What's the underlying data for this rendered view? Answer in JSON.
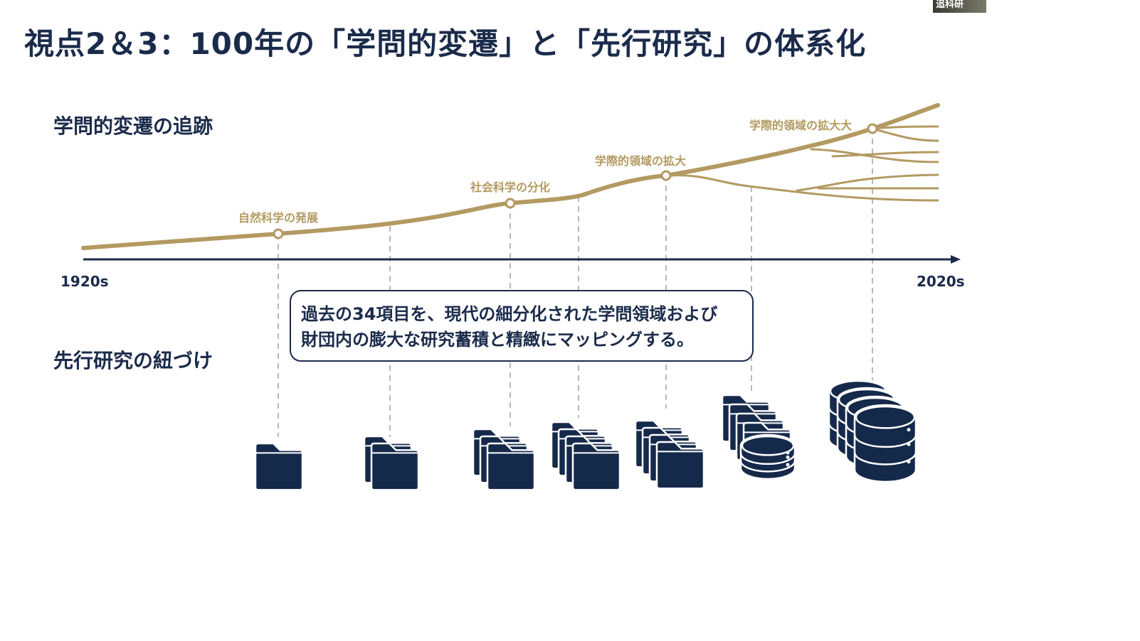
{
  "corner_label": "追科研",
  "title": "視点2＆3：100年の「学問的変遷」と「先行研究」の体系化",
  "sections": {
    "tracking": "学問的変遷の追跡",
    "linking": "先行研究の紐づけ"
  },
  "axis": {
    "start": "1920s",
    "end": "2020s"
  },
  "milestones": [
    "自然科学の発展",
    "社会科学の分化",
    "学際的領域の拡大",
    "学際的領域の拡大大"
  ],
  "callout": {
    "line1": "過去の34項目を、現代の細分化された学問領域および",
    "line2": "財団内の膨大な研究蓄積と精緻にマッピングする。"
  },
  "colors": {
    "navy": "#15294a",
    "gold": "#b39a62"
  },
  "icon_groups": [
    {
      "folders": 1,
      "databases": 0
    },
    {
      "folders": 2,
      "databases": 0
    },
    {
      "folders": 3,
      "databases": 0
    },
    {
      "folders": 4,
      "databases": 0
    },
    {
      "folders": 4,
      "databases": 0
    },
    {
      "folders": 4,
      "databases": 1
    },
    {
      "folders": 0,
      "databases": 4
    }
  ]
}
